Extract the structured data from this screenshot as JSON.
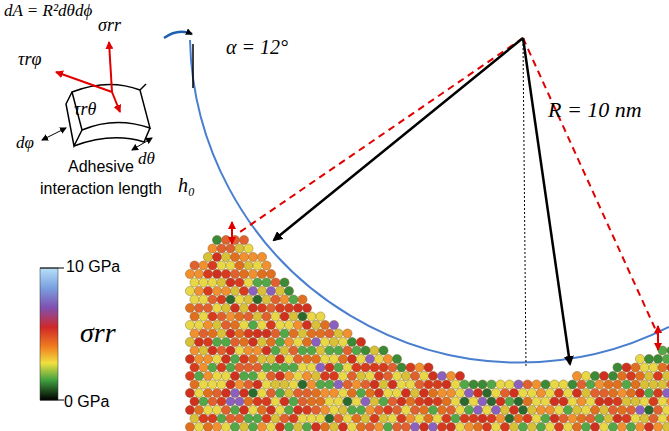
{
  "diagram": {
    "labels": [
      "dA = R²dθdϕ",
      "σrr",
      "τrφ",
      "τrθ",
      "dφ",
      "dθ",
      "Adhesive",
      "interaction length",
      "h₀",
      "α = 12°",
      "R = 10 nm",
      "10 GPa",
      "σrr",
      "0 GPa"
    ]
  }
}
